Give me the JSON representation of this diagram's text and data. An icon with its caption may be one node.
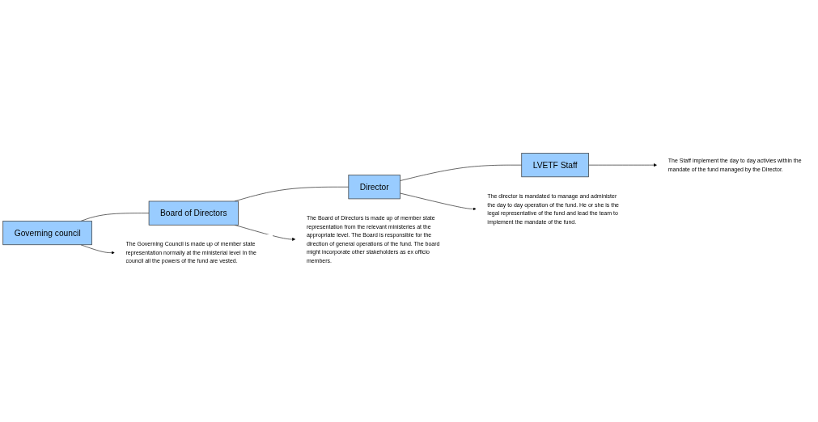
{
  "diagram": {
    "nodes": [
      {
        "text": [
          "Governing council"
        ]
      },
      {
        "text": [
          "Board of Directors"
        ]
      },
      {
        "text": [
          "Director"
        ]
      },
      {
        "text": [
          "LVETF Staff"
        ]
      },
      {
        "text": [
          "The Governing Council is made up of member state representation normally at the ministerial level In the council all the powers of the fund are vested."
        ]
      },
      {
        "text": [
          "The Board of Directors is made up of member state representation from the relevant ministeries at the appropriate level. The Board is responsible for the direction of general operations of the fund. The board might incorporate other stakeholders as ex officio members."
        ]
      },
      {
        "text": [
          "The director is mandated to manage and administer the day to day operation of the fund. He or she is the legal representative of the fund and lead the team to implement the mandate of the fund."
        ]
      },
      {
        "text": [
          "The Staff implement the day to day activies within the mandate of the fund managed by the Director."
        ]
      }
    ],
    "edges": [
      {
        "from": 0,
        "to": 1,
        "arrow": "none"
      },
      {
        "from": 1,
        "to": 2,
        "arrow": "none"
      },
      {
        "from": 2,
        "to": 3,
        "arrow": "none"
      },
      {
        "from": 0,
        "to": 4,
        "arrow": "to"
      },
      {
        "from": 1,
        "to": 5,
        "arrow": "to"
      },
      {
        "from": 2,
        "to": 6,
        "arrow": "to"
      },
      {
        "from": 3,
        "to": 7,
        "arrow": "to"
      }
    ]
  }
}
